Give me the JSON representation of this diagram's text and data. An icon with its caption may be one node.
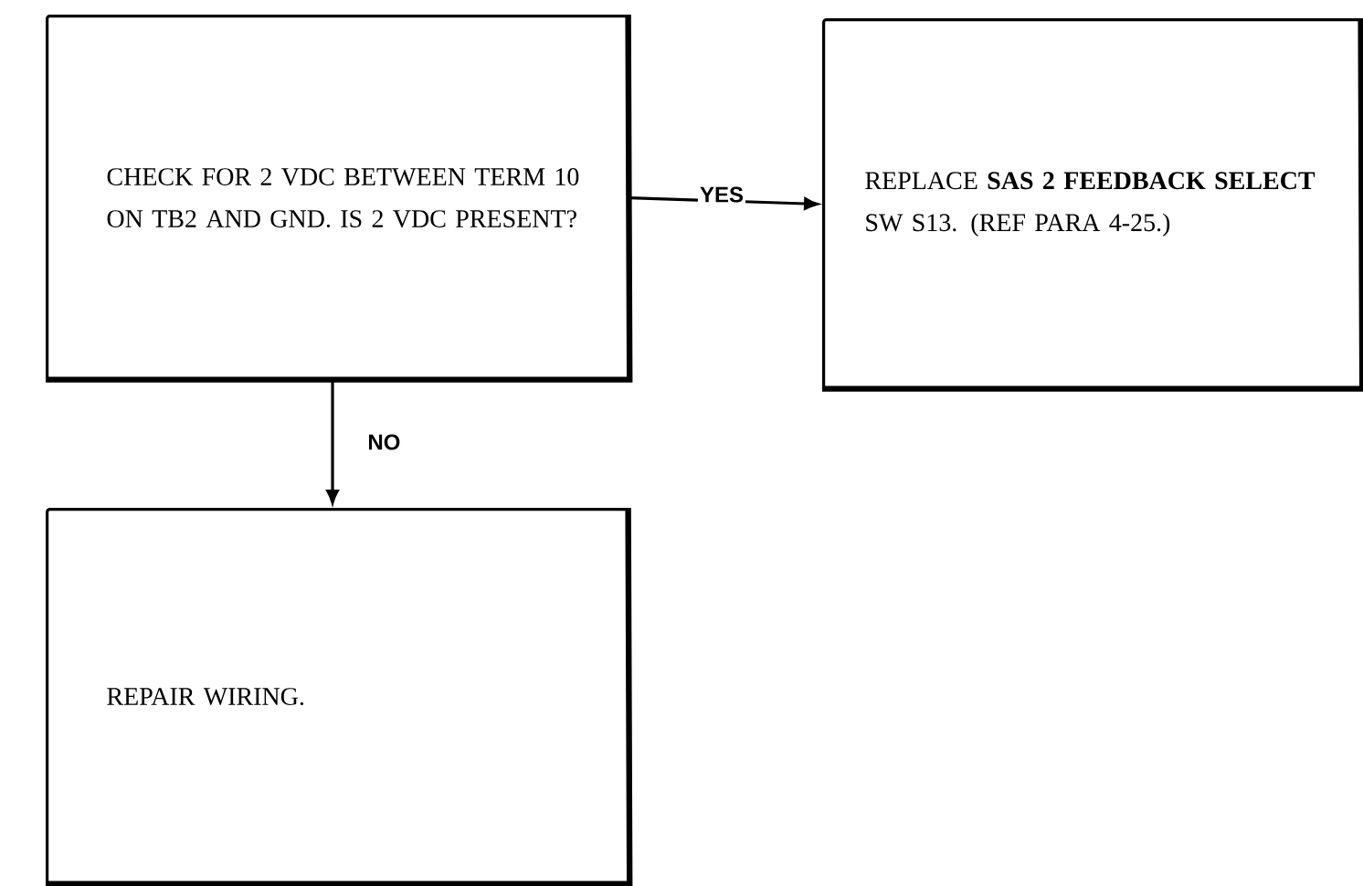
{
  "diagram": {
    "nodes": [
      {
        "text": [
          "CHECK FOR 2 VDC BETWEEN TERM 10 ON TB2 AND GND. IS 2 VDC PRESENT?"
        ]
      },
      {
        "text": [
          "REPLACE **SAS 2 FEEDBACK SELECT** SW S13. (REF PARA 4-25.)"
        ]
      },
      {
        "text": [
          "REPAIR WIRING."
        ]
      }
    ],
    "edges": [
      {
        "from": 0,
        "to": 1,
        "arrow": "to",
        "label": "YES"
      },
      {
        "from": 0,
        "to": 2,
        "arrow": "to",
        "label": "NO"
      }
    ]
  }
}
